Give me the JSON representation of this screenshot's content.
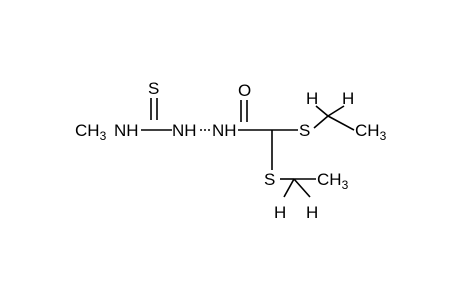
{
  "molecule": {
    "methyl_left": {
      "main": "CH",
      "sub": "3"
    },
    "nh_thioamide": "NH",
    "thione_s": "S",
    "hydrazide_nh_1": "NH",
    "hydrazide_nh_2": "NH",
    "carbonyl_o": "O",
    "s_upper": "S",
    "h_upper_a": "H",
    "h_upper_b": "H",
    "methyl_upper": {
      "main": "CH",
      "sub": "3"
    },
    "s_lower": "S",
    "methyl_lower": {
      "main": "CH",
      "sub": "3"
    },
    "h_lower_a": "H",
    "h_lower_b": "H"
  },
  "colors": {
    "ink": "#000000",
    "background": "#ffffff"
  }
}
